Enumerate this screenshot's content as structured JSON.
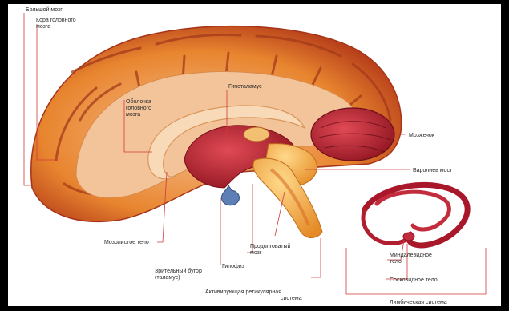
{
  "labels": {
    "cerebrum": "Большой мозг",
    "cortex_line1": "Кора головного",
    "cortex_line2": "мозга",
    "hypothalamus": "Гипоталамус",
    "meninges_line1": "Оболочка",
    "meninges_line2": "головного",
    "meninges_line3": "мозга",
    "cerebellum": "Мозжечок",
    "pons": "Варолиев мост",
    "corpus_callosum": "Мозолистое тело",
    "thalamus_line1": "Зрительный бугор",
    "thalamus_line2": "(таламус)",
    "pituitary": "Гипофиз",
    "medulla_line1": "Продолговатый",
    "medulla_line2": "мозг",
    "ras_line1": "Активирующая ретикулярная",
    "ras_line2": "система",
    "amygdala_line1": "Миндалевидное",
    "amygdala_line2": "тело",
    "mammillary": "Сосковидное тело",
    "limbic": "Лимбическая система"
  },
  "colors": {
    "background": "#000000",
    "panel": "#ffffff",
    "cortex_outer": "#c9481c",
    "cortex_mid": "#e8852f",
    "cortex_inner": "#f3b98a",
    "red_structures": "#b41f2c",
    "brainstem": "#f0a642",
    "pituitary": "#5d7fb6",
    "leader_lines": "#d23a3a"
  }
}
